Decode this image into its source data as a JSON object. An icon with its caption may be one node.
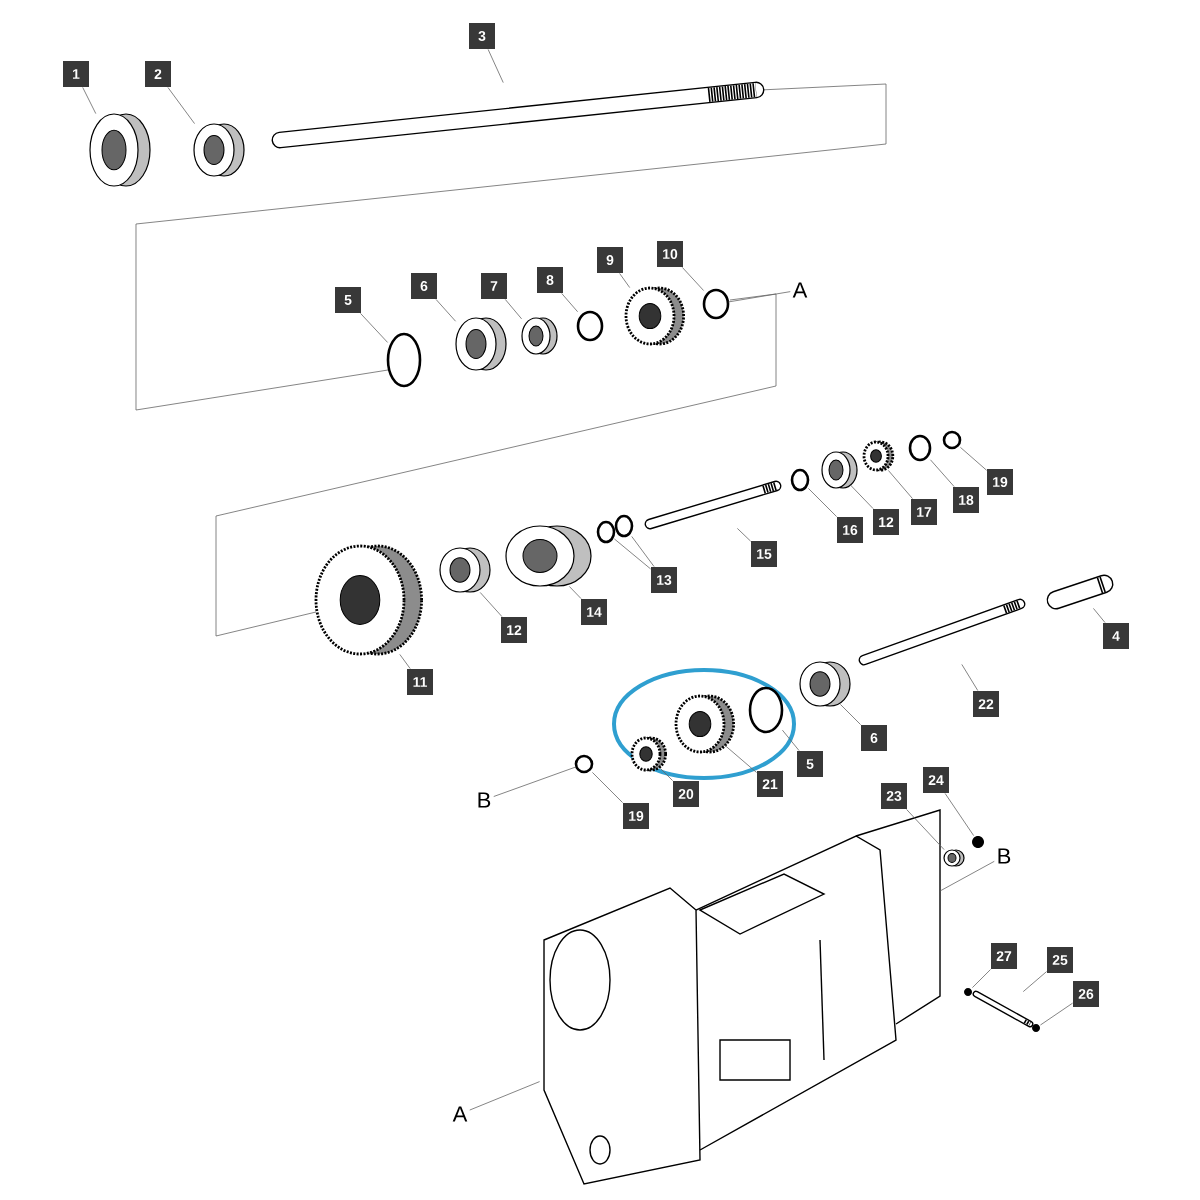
{
  "diagram": {
    "nodes": [
      {
        "text": [
          "1"
        ]
      },
      {
        "text": [
          "2"
        ]
      },
      {
        "text": [
          "3"
        ]
      },
      {
        "text": [
          "5"
        ]
      },
      {
        "text": [
          "6"
        ]
      },
      {
        "text": [
          "7"
        ]
      },
      {
        "text": [
          "8"
        ]
      },
      {
        "text": [
          "9"
        ]
      },
      {
        "text": [
          "10"
        ]
      },
      {
        "text": [
          "19"
        ]
      },
      {
        "text": [
          "18"
        ]
      },
      {
        "text": [
          "17"
        ]
      },
      {
        "text": [
          "12"
        ]
      },
      {
        "text": [
          "16"
        ]
      },
      {
        "text": [
          "15"
        ]
      },
      {
        "text": [
          "13"
        ]
      },
      {
        "text": [
          "14"
        ]
      },
      {
        "text": [
          "12"
        ]
      },
      {
        "text": [
          "11"
        ]
      },
      {
        "text": [
          "4"
        ]
      },
      {
        "text": [
          "22"
        ]
      },
      {
        "text": [
          "6"
        ]
      },
      {
        "text": [
          "5"
        ]
      },
      {
        "text": [
          "21"
        ]
      },
      {
        "text": [
          "20"
        ]
      },
      {
        "text": [
          "19"
        ]
      },
      {
        "text": [
          "23"
        ]
      },
      {
        "text": [
          "24"
        ]
      },
      {
        "text": [
          "27"
        ]
      },
      {
        "text": [
          "25"
        ]
      },
      {
        "text": [
          "26"
        ]
      },
      {
        "text": [
          "A"
        ]
      },
      {
        "text": [
          "B"
        ]
      },
      {
        "text": [
          "B"
        ]
      },
      {
        "text": [
          "A"
        ]
      },
      {
        "text": [],
        "shape": "picture"
      },
      {
        "text": [],
        "shape": "picture"
      },
      {
        "text": [],
        "shape": "picture"
      },
      {
        "text": [],
        "shape": "circle"
      },
      {
        "text": [],
        "shape": "picture"
      },
      {
        "text": [],
        "shape": "picture"
      },
      {
        "text": [],
        "shape": "circle"
      },
      {
        "text": [],
        "shape": "picture"
      },
      {
        "text": [],
        "shape": "circle"
      },
      {
        "text": [],
        "shape": "circle"
      },
      {
        "text": [],
        "shape": "circle"
      },
      {
        "text": [],
        "shape": "picture"
      },
      {
        "text": [],
        "shape": "picture"
      },
      {
        "text": [],
        "shape": "circle"
      },
      {
        "text": [],
        "shape": "picture"
      },
      {
        "text": [],
        "shape": "circle"
      },
      {
        "text": [],
        "shape": "circle"
      },
      {
        "text": [],
        "shape": "picture"
      },
      {
        "text": [],
        "shape": "picture"
      },
      {
        "text": [],
        "shape": "picture"
      },
      {
        "text": [],
        "shape": "picture"
      },
      {
        "text": [],
        "shape": "picture"
      },
      {
        "text": [],
        "shape": "picture"
      },
      {
        "text": [],
        "shape": "circle"
      },
      {
        "text": [],
        "shape": "picture"
      },
      {
        "text": [],
        "shape": "picture"
      },
      {
        "text": [],
        "shape": "circle"
      },
      {
        "text": [],
        "shape": "picture"
      },
      {
        "text": [],
        "shape": "picture"
      },
      {
        "text": [],
        "shape": "picture"
      },
      {
        "text": [],
        "shape": "picture"
      },
      {
        "text": [],
        "shape": "picture"
      },
      {
        "text": [],
        "shape": "picture"
      }
    ],
    "edges": [
      {
        "from": 0,
        "to": 35,
        "arrow": "none"
      },
      {
        "from": 1,
        "to": 36,
        "arrow": "none"
      },
      {
        "from": 2,
        "to": 37,
        "arrow": "none"
      },
      {
        "from": 3,
        "to": 38,
        "arrow": "none"
      },
      {
        "from": 4,
        "to": 39,
        "arrow": "none"
      },
      {
        "from": 5,
        "to": 40,
        "arrow": "none"
      },
      {
        "from": 6,
        "to": 41,
        "arrow": "none"
      },
      {
        "from": 7,
        "to": 42,
        "arrow": "none"
      },
      {
        "from": 8,
        "to": 43,
        "arrow": "none"
      },
      {
        "from": 9,
        "to": 44,
        "arrow": "none"
      },
      {
        "from": 10,
        "to": 45,
        "arrow": "none"
      },
      {
        "from": 11,
        "to": 46,
        "arrow": "none"
      },
      {
        "from": 12,
        "to": 47,
        "arrow": "none"
      },
      {
        "from": 13,
        "to": 48,
        "arrow": "none"
      },
      {
        "from": 14,
        "to": 49,
        "arrow": "none"
      },
      {
        "from": 15,
        "to": 50,
        "arrow": "none"
      },
      {
        "from": 15,
        "to": 51,
        "arrow": "none"
      },
      {
        "from": 16,
        "to": 52,
        "arrow": "none"
      },
      {
        "from": 17,
        "to": 53,
        "arrow": "none"
      },
      {
        "from": 18,
        "to": 54,
        "arrow": "none"
      },
      {
        "from": 19,
        "to": 55,
        "arrow": "none"
      },
      {
        "from": 20,
        "to": 56,
        "arrow": "none"
      },
      {
        "from": 21,
        "to": 57,
        "arrow": "none"
      },
      {
        "from": 22,
        "to": 58,
        "arrow": "none"
      },
      {
        "from": 23,
        "to": 59,
        "arrow": "none"
      },
      {
        "from": 24,
        "to": 60,
        "arrow": "none"
      },
      {
        "from": 25,
        "to": 61,
        "arrow": "none"
      },
      {
        "from": 26,
        "to": 62,
        "arrow": "none"
      },
      {
        "from": 27,
        "to": 63,
        "arrow": "none"
      },
      {
        "from": 28,
        "to": 64,
        "arrow": "none"
      },
      {
        "from": 29,
        "to": 65,
        "arrow": "none"
      },
      {
        "from": 30,
        "to": 66,
        "arrow": "none"
      },
      {
        "from": 31,
        "to": 43,
        "arrow": "none"
      },
      {
        "from": 32,
        "to": 61,
        "arrow": "none"
      },
      {
        "from": 33,
        "to": 67,
        "arrow": "none"
      },
      {
        "from": 34,
        "to": 67,
        "arrow": "none"
      }
    ]
  }
}
